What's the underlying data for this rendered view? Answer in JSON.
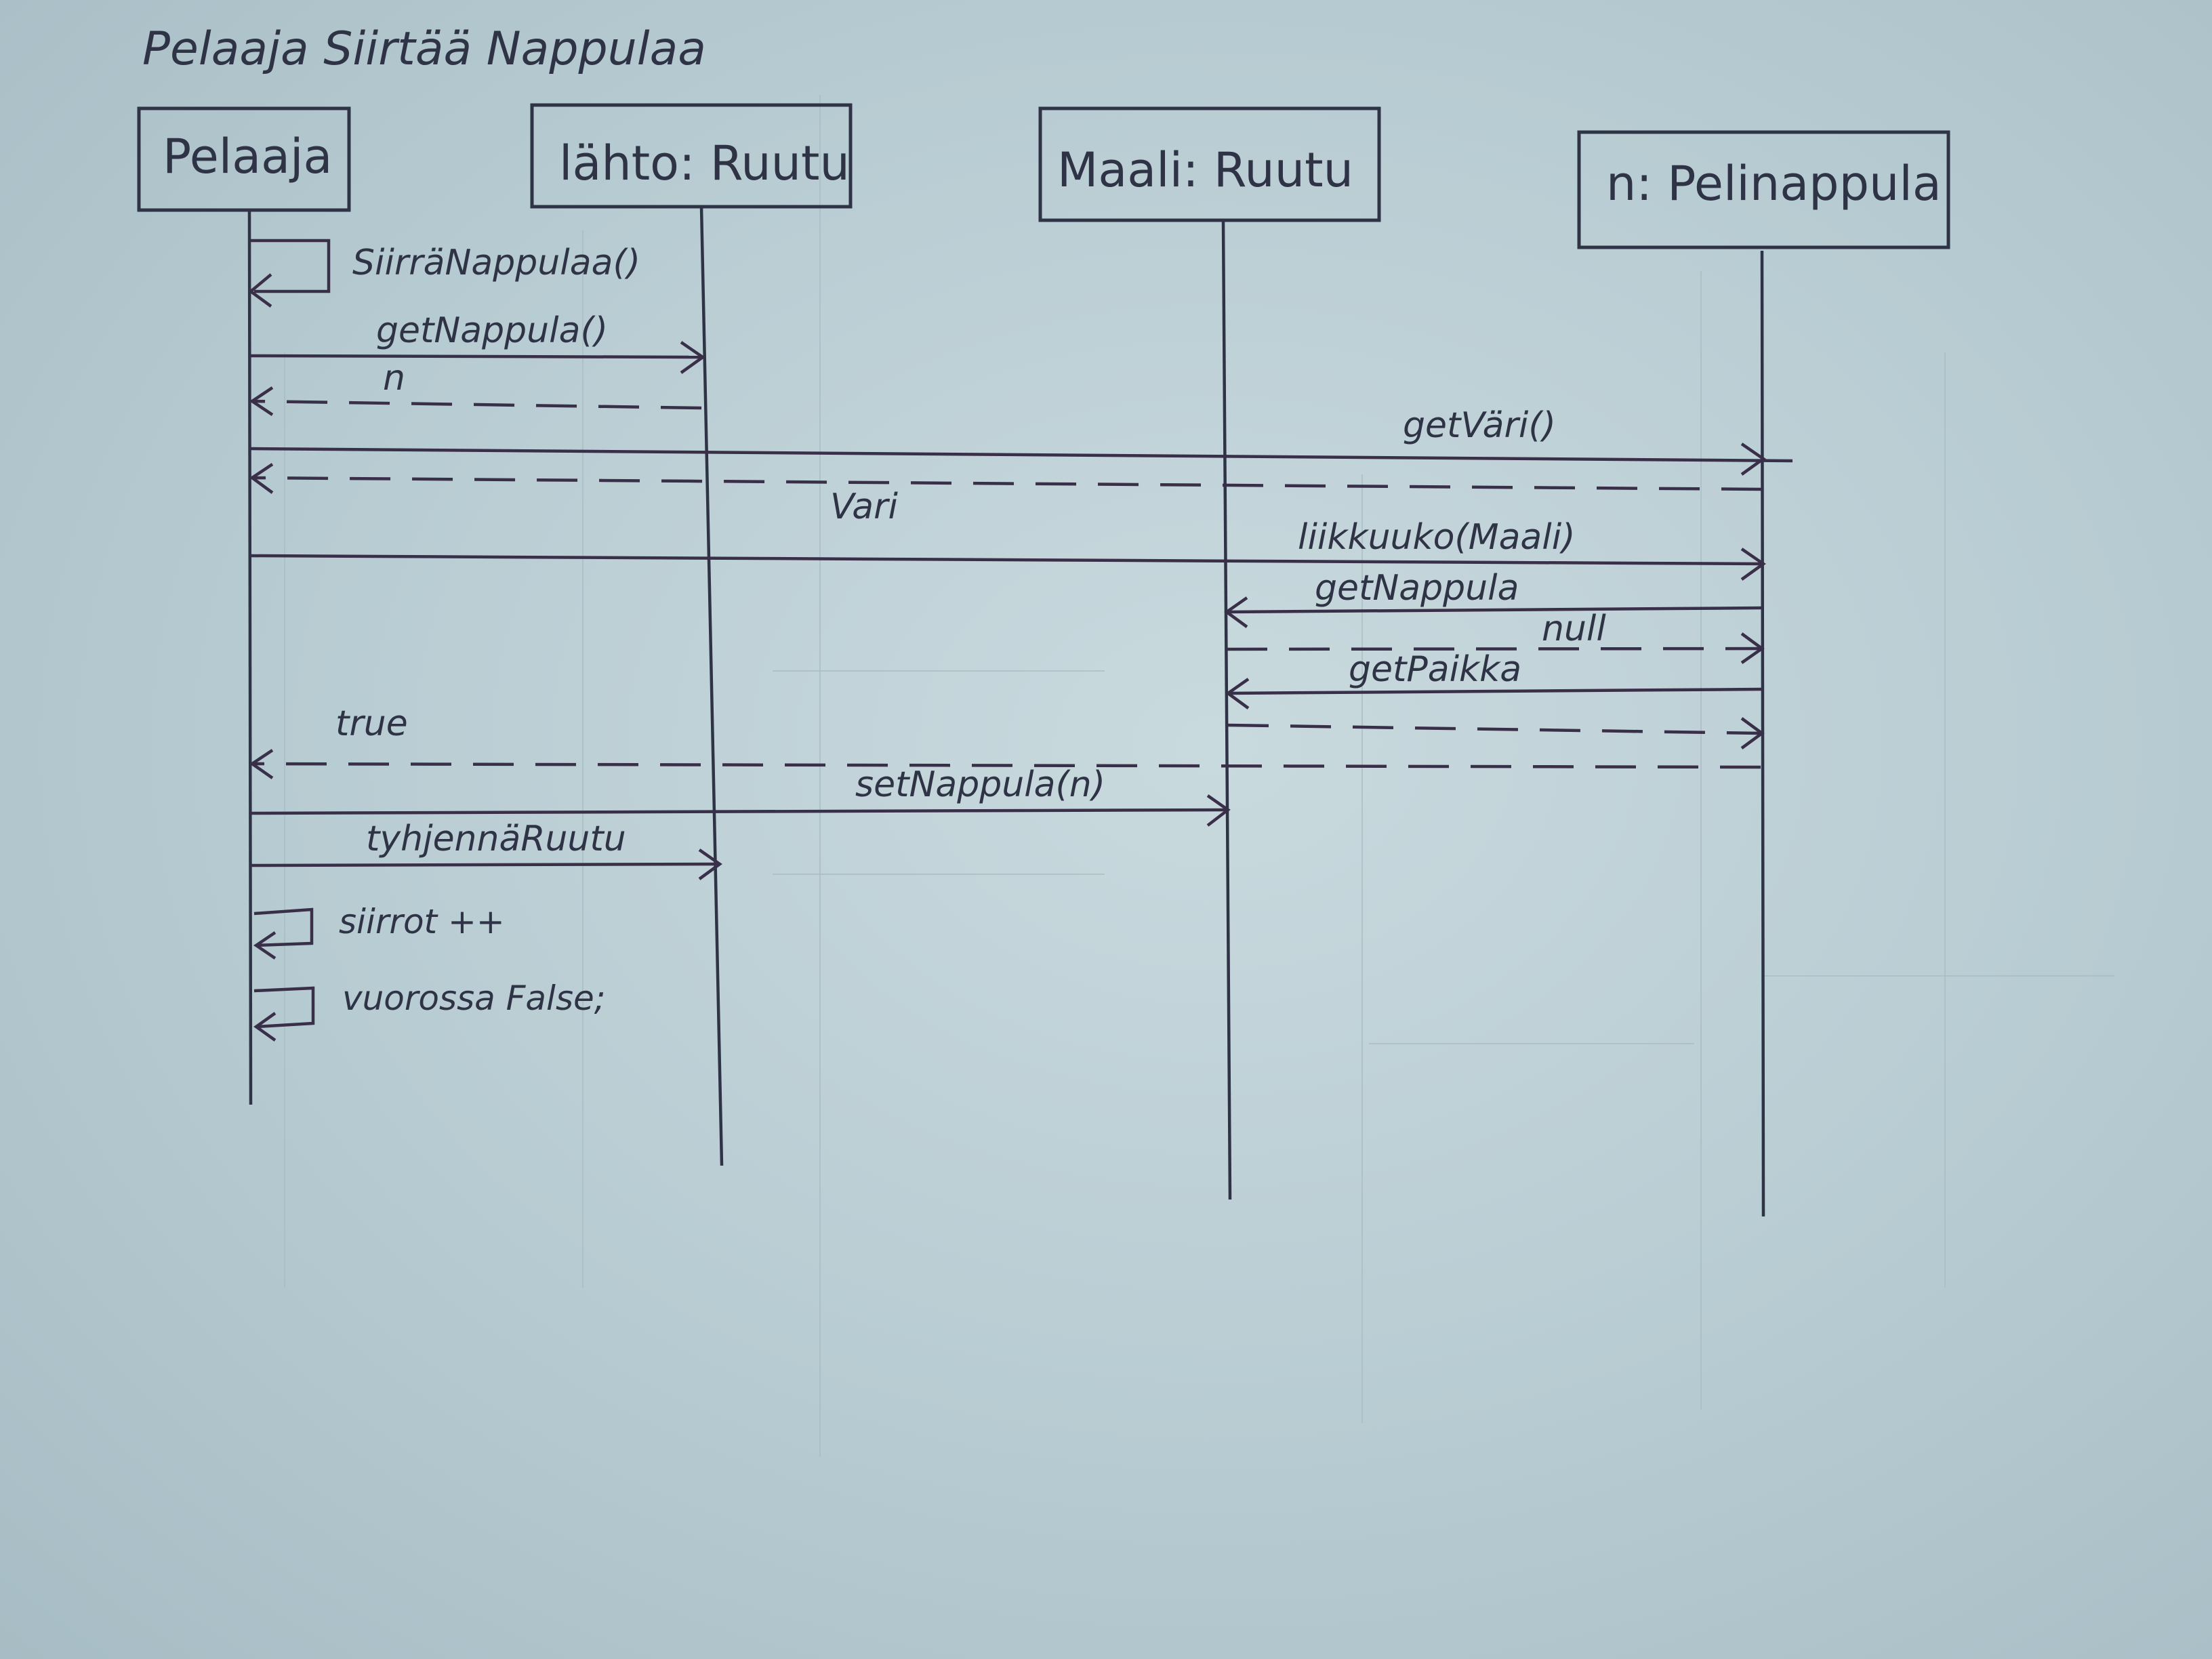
{
  "diagram": {
    "title": "Pelaaja Siirtää Nappulaa",
    "participants": [
      {
        "id": "pelaaja",
        "label": "Pelaaja"
      },
      {
        "id": "lahto",
        "label": "lähto: Ruutu"
      },
      {
        "id": "maali",
        "label": "Maali: Ruutu"
      },
      {
        "id": "nappula",
        "label": "n: Pelinappula"
      }
    ],
    "messages": [
      {
        "id": "m1",
        "label": "SiirräNappulaa()",
        "from": "pelaaja",
        "to": "pelaaja",
        "kind": "self"
      },
      {
        "id": "m2",
        "label": "getNappula()",
        "from": "pelaaja",
        "to": "lahto",
        "kind": "call"
      },
      {
        "id": "m3",
        "label": "n",
        "from": "lahto",
        "to": "pelaaja",
        "kind": "return"
      },
      {
        "id": "m4",
        "label": "getVäri()",
        "from": "pelaaja",
        "to": "nappula",
        "kind": "call"
      },
      {
        "id": "m5",
        "label": "Vari",
        "from": "nappula",
        "to": "pelaaja",
        "kind": "return"
      },
      {
        "id": "m6",
        "label": "liikkuuko(Maali)",
        "from": "pelaaja",
        "to": "nappula",
        "kind": "call"
      },
      {
        "id": "m7",
        "label": "getNappula",
        "from": "nappula",
        "to": "maali",
        "kind": "call"
      },
      {
        "id": "m8",
        "label": "null",
        "from": "maali",
        "to": "nappula",
        "kind": "return"
      },
      {
        "id": "m9",
        "label": "getPaikka",
        "from": "nappula",
        "to": "maali",
        "kind": "call"
      },
      {
        "id": "m10",
        "label": "",
        "from": "maali",
        "to": "nappula",
        "kind": "return"
      },
      {
        "id": "m11",
        "label": "true",
        "from": "nappula",
        "to": "pelaaja",
        "kind": "return"
      },
      {
        "id": "m12",
        "label": "setNappula(n)",
        "from": "pelaaja",
        "to": "maali",
        "kind": "call"
      },
      {
        "id": "m13",
        "label": "tyhjennäRuutu",
        "from": "pelaaja",
        "to": "lahto",
        "kind": "call"
      },
      {
        "id": "m14",
        "label": "siirrot ++",
        "from": "pelaaja",
        "to": "pelaaja",
        "kind": "self"
      },
      {
        "id": "m15",
        "label": "vuorossa False;",
        "from": "pelaaja",
        "to": "pelaaja",
        "kind": "self"
      }
    ]
  },
  "colors": {
    "paper": "#b9ccd3",
    "ink": "#2f3346"
  }
}
